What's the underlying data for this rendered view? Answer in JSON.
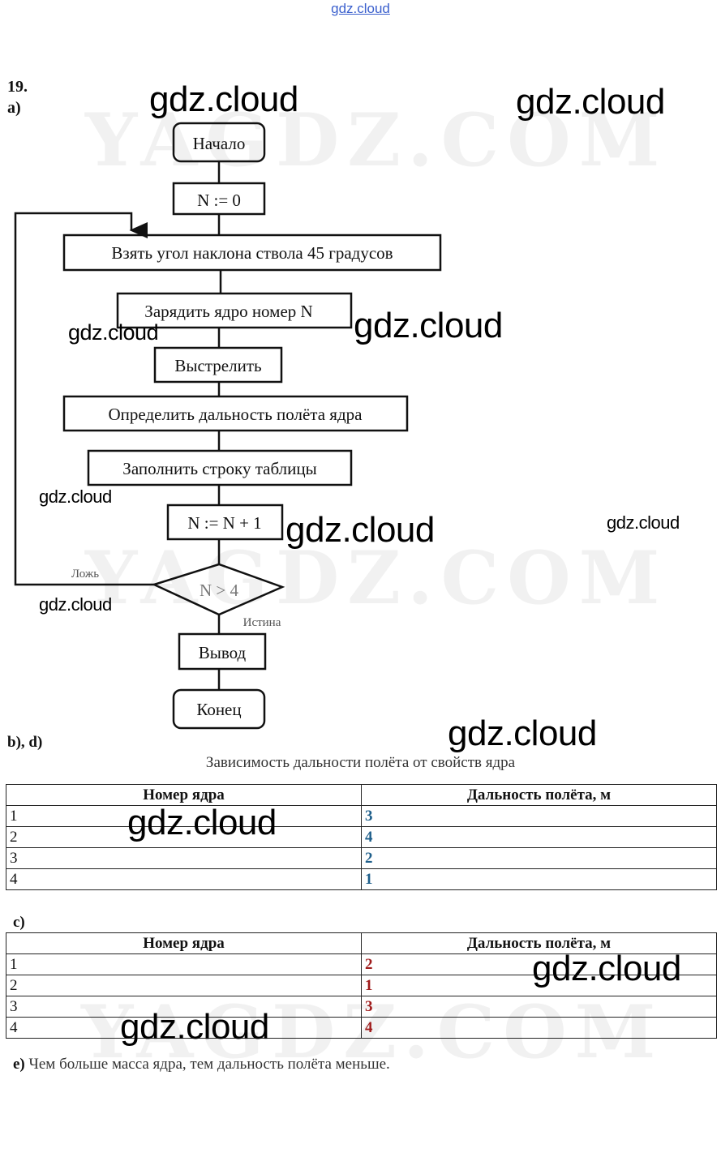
{
  "header": {
    "site_link": "gdz.cloud"
  },
  "task": {
    "number": "19.",
    "part_a": "a)",
    "part_bd": "b), d)",
    "part_c": "c)"
  },
  "flowchart": {
    "start": "Начало",
    "init": "N := 0",
    "step1": "Взять угол наклона ствола 45 градусов",
    "step2": "Зарядить ядро номер N",
    "step3": "Выстрелить",
    "step4": "Определить дальность полёта ядра",
    "step5": "Заполнить строку таблицы",
    "increment": "N := N + 1",
    "condition": "N > 4",
    "false_label": "Ложь",
    "true_label": "Истина",
    "output": "Вывод",
    "end": "Конец"
  },
  "table_bd": {
    "caption": "Зависимость дальности полёта от свойств ядра",
    "headers": [
      "Номер ядра",
      "Дальность полёта, м"
    ],
    "rows": [
      [
        "1",
        "3"
      ],
      [
        "2",
        "4"
      ],
      [
        "3",
        "2"
      ],
      [
        "4",
        "1"
      ]
    ],
    "value_color": "#1f5f8b"
  },
  "table_c": {
    "headers": [
      "Номер ядра",
      "Дальность полёта, м"
    ],
    "rows": [
      [
        "1",
        "2"
      ],
      [
        "2",
        "1"
      ],
      [
        "3",
        "3"
      ],
      [
        "4",
        "4"
      ]
    ],
    "value_color": "#a01c1c"
  },
  "answer_e": {
    "label": "e)",
    "text": "Чем больше масса ядра, тем дальность полёта меньше."
  },
  "watermarks": {
    "text": "gdz.cloud",
    "background": "YAGDZ.COM"
  }
}
